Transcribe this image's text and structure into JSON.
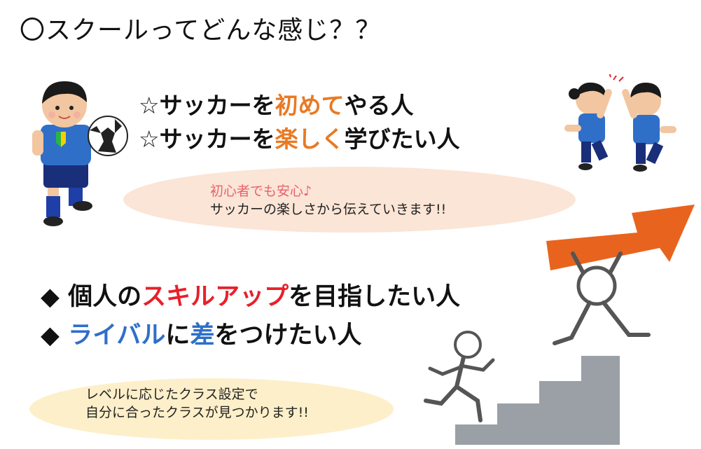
{
  "title": "〇スクールってどんな感じ？？",
  "section1": {
    "bullet1": {
      "prefix": "☆サッカーを",
      "highlight": "初めて",
      "suffix": "やる人",
      "highlight_color": "#e87a24"
    },
    "bullet2": {
      "prefix": "☆サッカーを",
      "highlight": "楽しく",
      "suffix": "学びたい人",
      "highlight_color": "#e87a24"
    },
    "bubble": {
      "line1": "初心者でも安心♪",
      "line2": "サッカーの楽しさから伝えていきます!!"
    }
  },
  "section2": {
    "bullet1": {
      "prefix": "◆ 個人の",
      "highlight": "スキルアップ",
      "suffix": "を目指したい人",
      "highlight_color": "#e8202a"
    },
    "bullet2": {
      "prefix": "◆ ",
      "highlight": "ライバル",
      "middle": "に",
      "highlight2": "差",
      "suffix": "をつけたい人",
      "highlight_color": "#2f6fc8"
    },
    "bubble": {
      "line1": "レベルに応じたクラス設定で",
      "line2": "自分に合ったクラスが見つかります!!"
    }
  },
  "icons": [
    "soccer-boy-illustration",
    "high-five-kids-illustration",
    "stairs-illustration",
    "arrow-lifter-illustration",
    "runner-illustration"
  ],
  "colors": {
    "orange": "#e87a24",
    "red": "#e8202a",
    "blue": "#2f6fc8",
    "bubble1": "#fbe5d6",
    "bubble2": "#fdefc9",
    "arrow": "#e8641e"
  }
}
